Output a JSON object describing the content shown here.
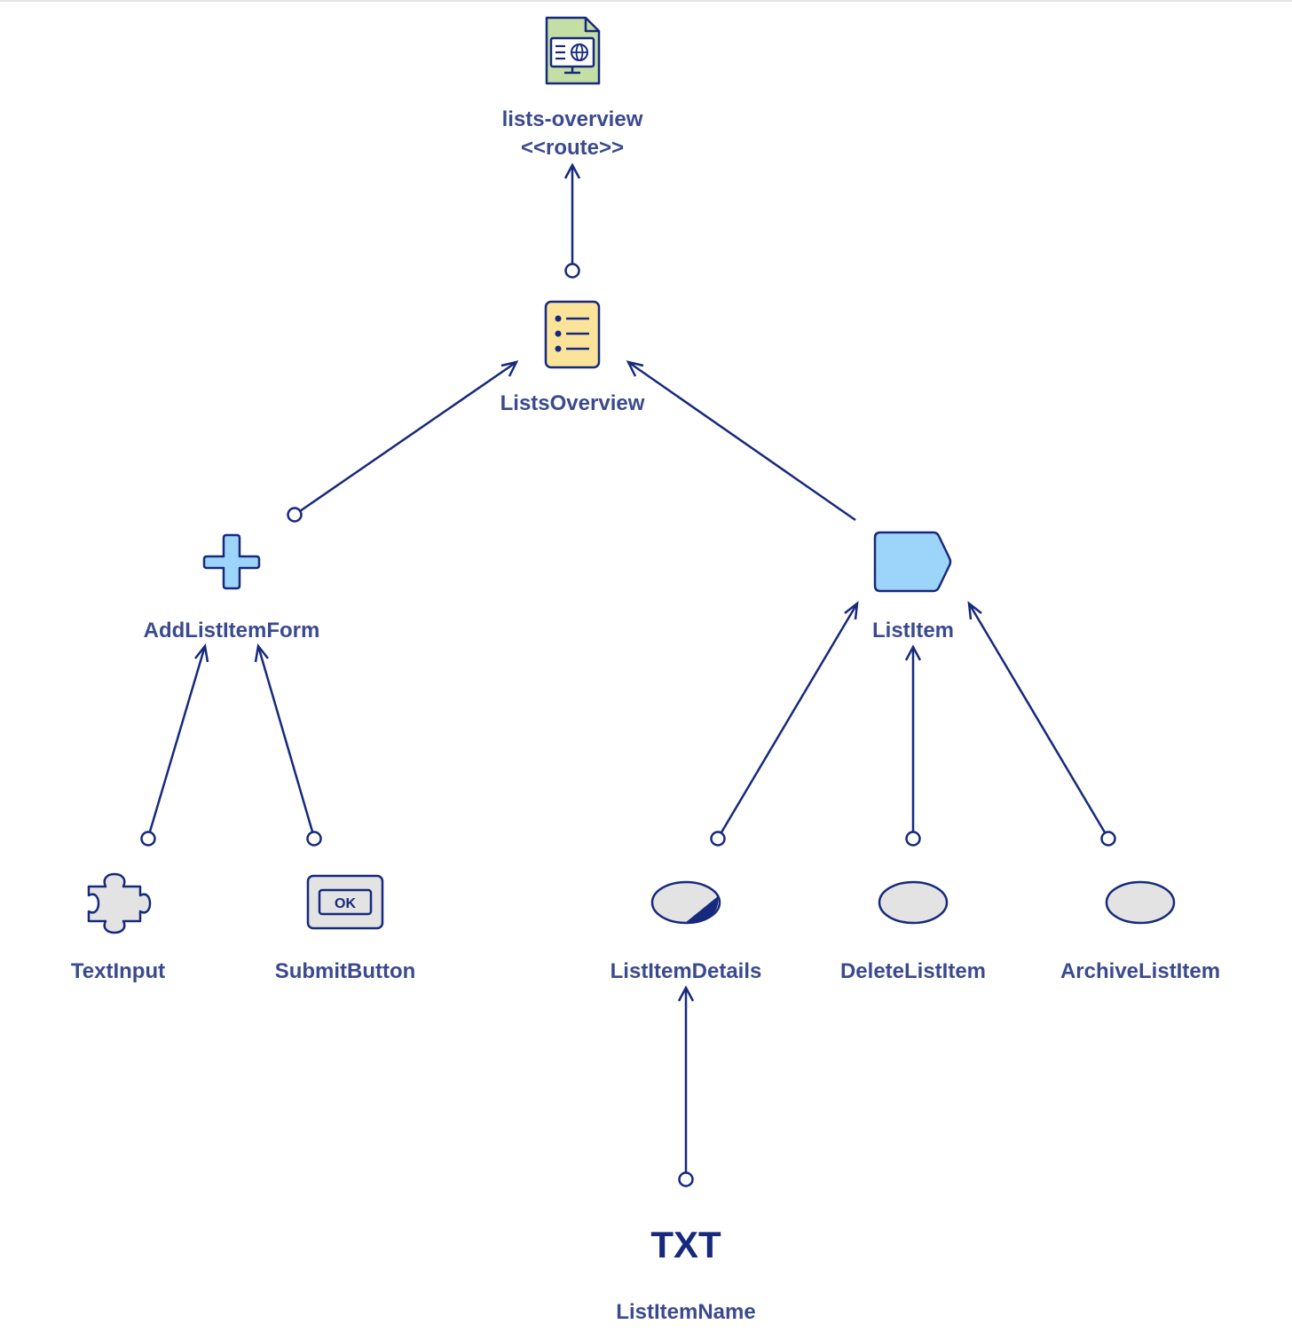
{
  "nodes": {
    "route": {
      "label": "lists-overview",
      "stereotype": "<<route>>",
      "icon": "webpage-document-icon",
      "color": "#c5dea6"
    },
    "lists_overview": {
      "label": "ListsOverview",
      "icon": "list-document-icon",
      "color": "#fbe49a"
    },
    "add_list_item_form": {
      "label": "AddListItemForm",
      "icon": "plus-icon",
      "color": "#9dd4fa"
    },
    "list_item": {
      "label": "ListItem",
      "icon": "tag-shape-icon",
      "color": "#9dd4fa"
    },
    "text_input": {
      "label": "TextInput",
      "icon": "puzzle-piece-icon",
      "color": "#e3e3e3"
    },
    "submit_button": {
      "label": "SubmitButton",
      "icon": "ok-button-icon",
      "button_text": "OK",
      "color": "#e3e3e3"
    },
    "list_item_details": {
      "label": "ListItemDetails",
      "icon": "ellipse-partial-icon",
      "color": "#e3e3e3"
    },
    "delete_list_item": {
      "label": "DeleteListItem",
      "icon": "ellipse-icon",
      "color": "#e3e3e3"
    },
    "archive_list_item": {
      "label": "ArchiveListItem",
      "icon": "ellipse-icon",
      "color": "#e3e3e3"
    },
    "list_item_name": {
      "label": "ListItemName",
      "icon": "text-icon",
      "glyph": "TXT"
    }
  },
  "edges": [
    {
      "from": "lists_overview",
      "to": "route"
    },
    {
      "from": "add_list_item_form",
      "to": "lists_overview"
    },
    {
      "from": "list_item",
      "to": "lists_overview"
    },
    {
      "from": "text_input",
      "to": "add_list_item_form"
    },
    {
      "from": "submit_button",
      "to": "add_list_item_form"
    },
    {
      "from": "list_item_details",
      "to": "list_item"
    },
    {
      "from": "delete_list_item",
      "to": "list_item"
    },
    {
      "from": "archive_list_item",
      "to": "list_item"
    },
    {
      "from": "list_item_name",
      "to": "list_item_details"
    }
  ],
  "colors": {
    "stroke": "#16297c",
    "label": "#3b4a8f"
  }
}
